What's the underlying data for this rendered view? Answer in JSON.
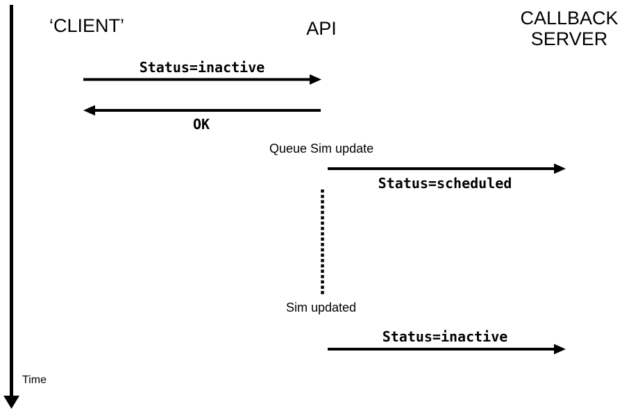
{
  "colors": {
    "ink": "#000000",
    "background": "#ffffff"
  },
  "participants": [
    {
      "id": "client",
      "label": "‘CLIENT’"
    },
    {
      "id": "api",
      "label": "API"
    },
    {
      "id": "callback-server",
      "label": "CALLBACK SERVER"
    }
  ],
  "messages": [
    {
      "id": "m1",
      "label": "Status=inactive",
      "from": "client",
      "to": "api",
      "direction": "right",
      "label_position": "above"
    },
    {
      "id": "m2",
      "label": "OK",
      "from": "api",
      "to": "client",
      "direction": "left",
      "label_position": "below"
    },
    {
      "id": "m3",
      "label": "Status=scheduled",
      "from": "api",
      "to": "callback-server",
      "direction": "right",
      "label_position": "below"
    },
    {
      "id": "m4",
      "label": "Status=inactive",
      "from": "api",
      "to": "callback-server",
      "direction": "right",
      "label_position": "above"
    }
  ],
  "annotations": [
    {
      "id": "queue-sim-update",
      "label": "Queue Sim update",
      "attached_to": "api"
    },
    {
      "id": "sim-updated",
      "label": "Sim updated",
      "attached_to": "api"
    }
  ],
  "wait_lifeline": {
    "style": "dotted",
    "attached_to": "api"
  },
  "time_axis": {
    "label": "Time",
    "direction": "down"
  }
}
